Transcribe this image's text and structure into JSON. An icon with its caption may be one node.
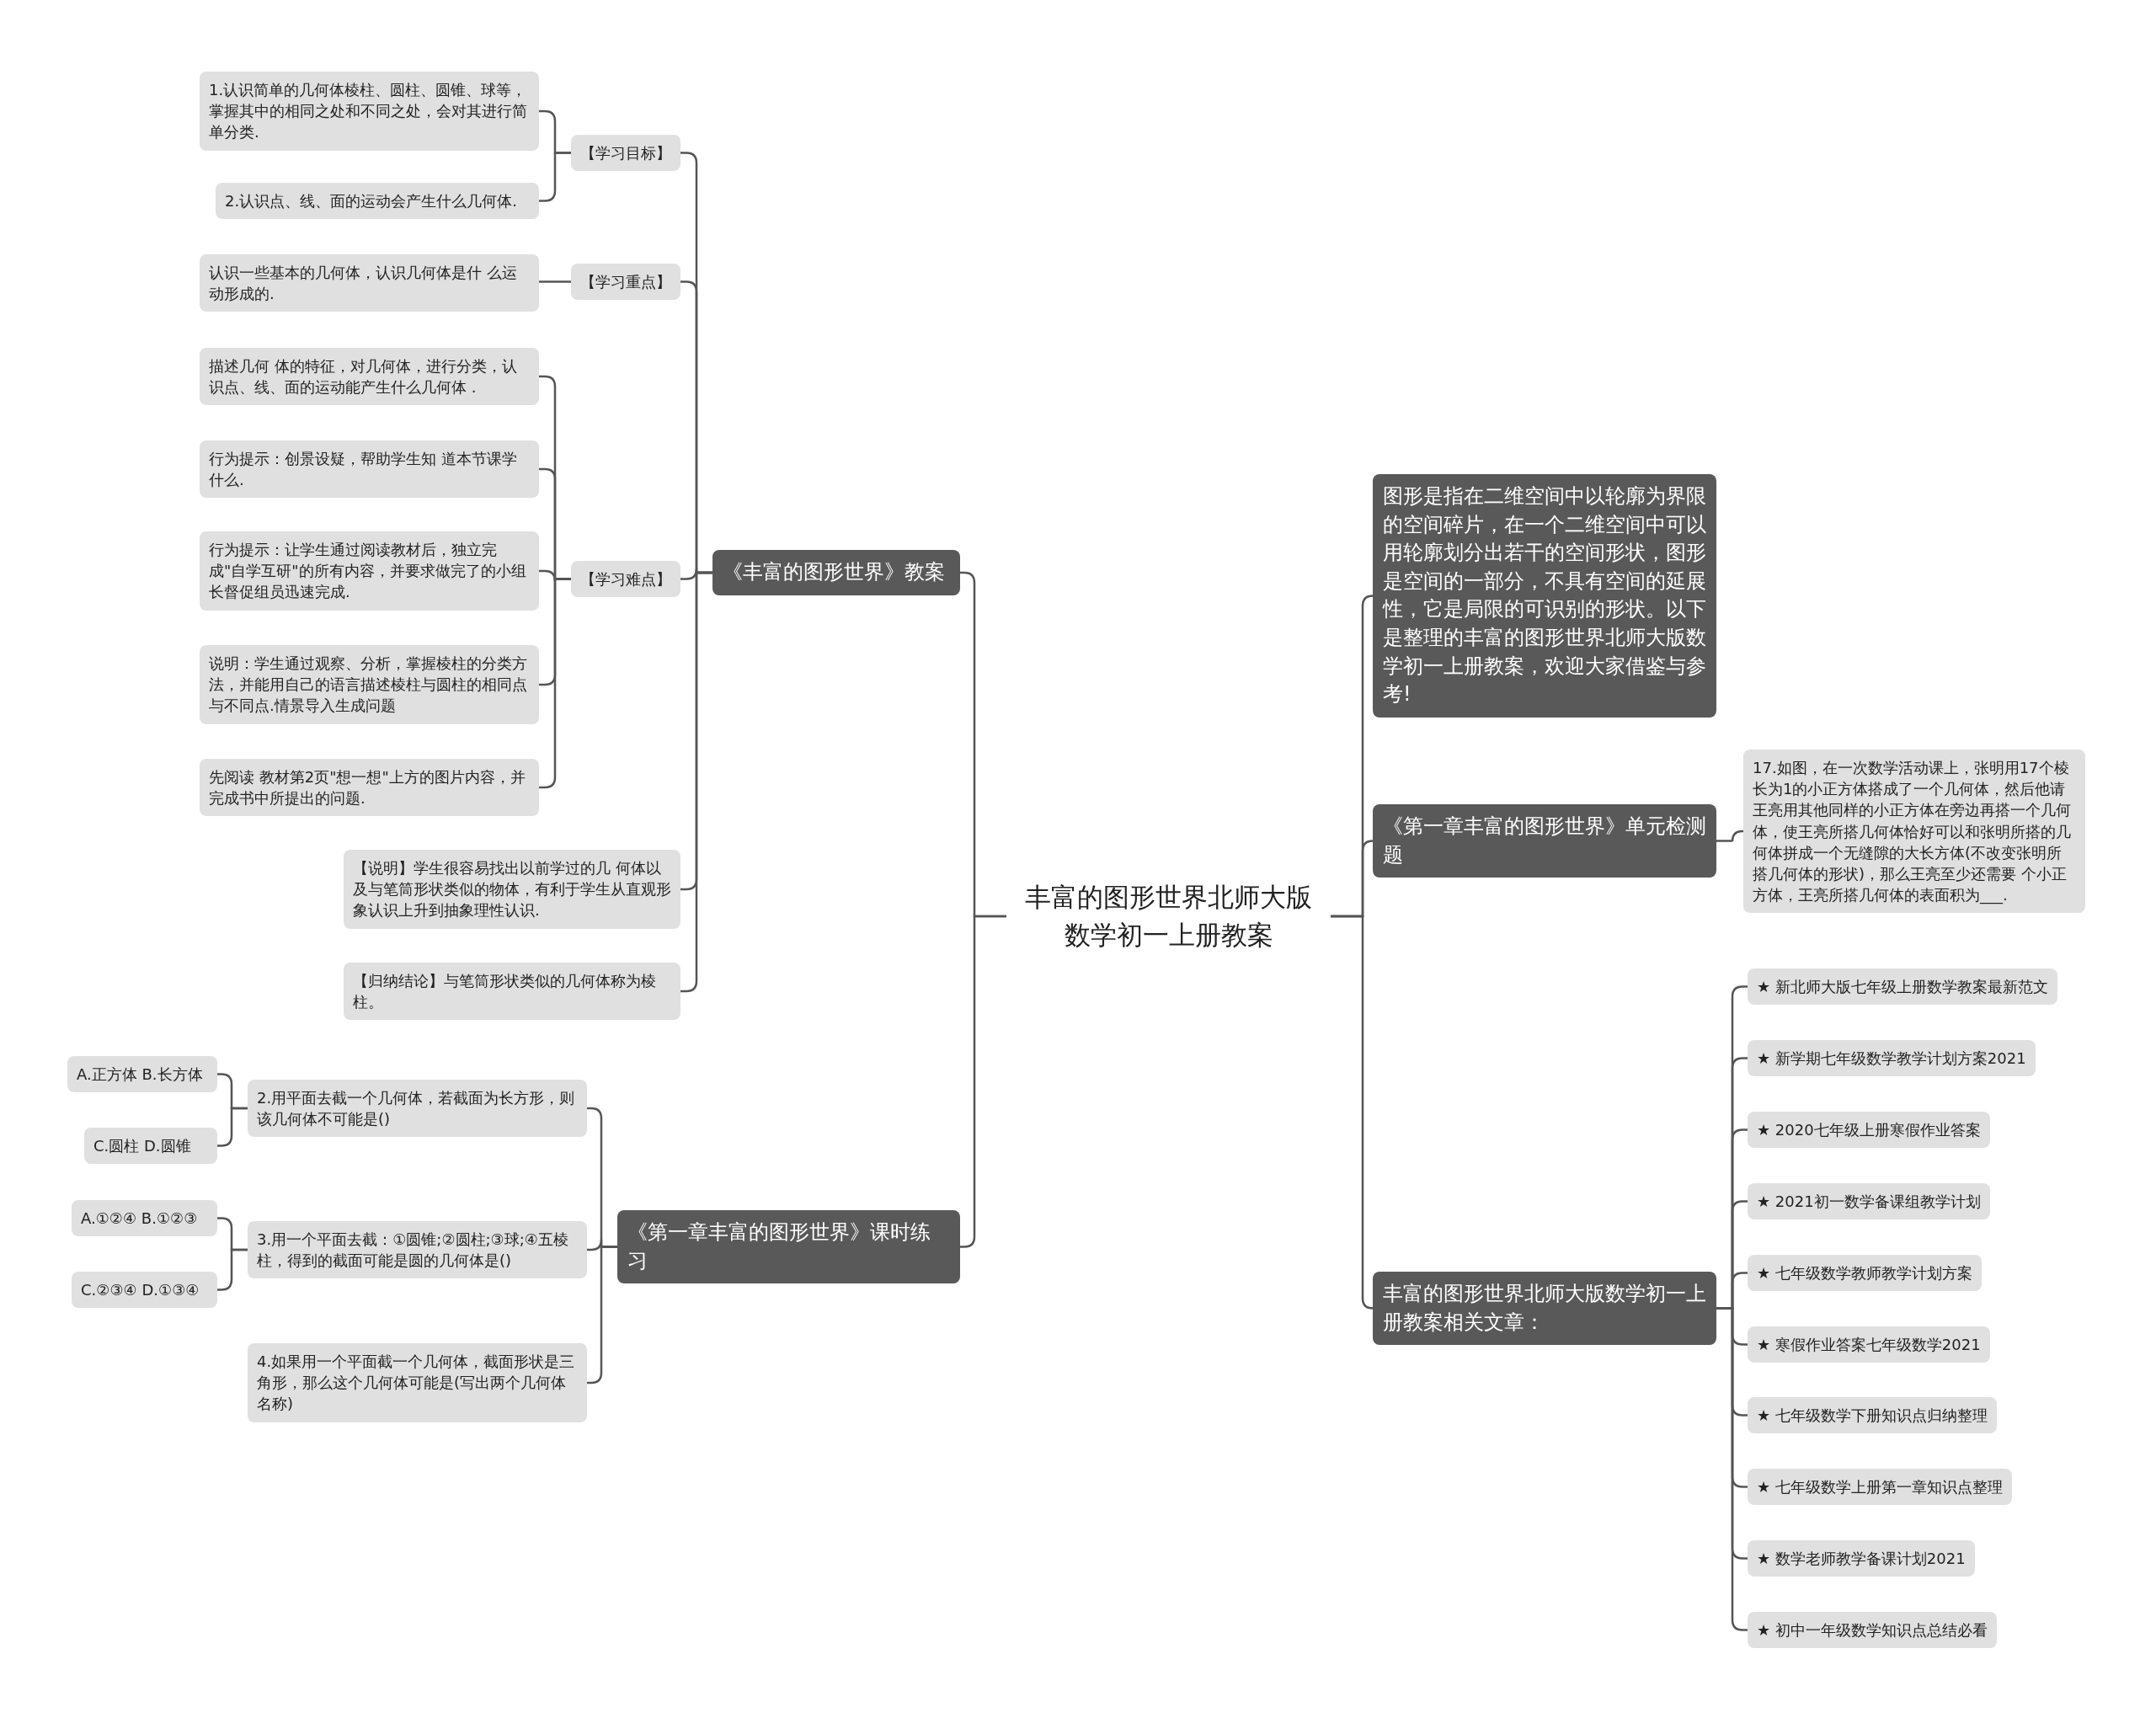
{
  "diagram": {
    "nodes": [
      {
        "text": [
          "丰富的图形世界北师大版数学初一上册教案"
        ]
      },
      {
        "text": [
          "《丰富的图形世界》教案"
        ]
      },
      {
        "text": [
          "【学习目标】"
        ]
      },
      {
        "text": [
          "1.认识简单的几何体棱柱、圆柱、圆锥、球等，掌握其中的相同之处和不同之处，会对其进行简单分类."
        ]
      },
      {
        "text": [
          "2.认识点、线、面的运动会产生什么几何体."
        ]
      },
      {
        "text": [
          "【学习重点】"
        ]
      },
      {
        "text": [
          "认识一些基本的几何体，认识几何体是什 么运动形成的."
        ]
      },
      {
        "text": [
          "【学习难点】"
        ]
      },
      {
        "text": [
          "描述几何 体的特征，对几何体，进行分类，认识点、线、面的运动能产生什么几何体 ."
        ]
      },
      {
        "text": [
          "行为提示：创景设疑，帮助学生知 道本节课学什么."
        ]
      },
      {
        "text": [
          "行为提示：让学生通过阅读教材后，独立完成\"自学互研\"的所有内容，并要求做完了的小组长督促组员迅速完成."
        ]
      },
      {
        "text": [
          "说明：学生通过观察、分析，掌握棱柱的分类方法，并能用自己的语言描述棱柱与圆柱的相同点与不同点.情景导入生成问题"
        ]
      },
      {
        "text": [
          "先阅读 教材第2页\"想一想\"上方的图片内容，并完成书中所提出的问题."
        ]
      },
      {
        "text": [
          "【说明】学生很容易找出以前学过的几 何体以及与笔筒形状类似的物体，有利于学生从直观形象认识上升到抽象理性认识."
        ]
      },
      {
        "text": [
          "【归纳结论】与笔筒形状类似的几何体称为棱柱。"
        ]
      },
      {
        "text": [
          "《第一章丰富的图形世界》课时练习"
        ]
      },
      {
        "text": [
          "2.用平面去截一个几何体，若截面为长方形，则该几何体不可能是()"
        ]
      },
      {
        "text": [
          "A.正方体 B.长方体"
        ]
      },
      {
        "text": [
          "C.圆柱 D.圆锥"
        ]
      },
      {
        "text": [
          "3.用一个平面去截：①圆锥;②圆柱;③球;④五棱柱，得到的截面可能是圆的几何体是()"
        ]
      },
      {
        "text": [
          "A.①②④ B.①②③"
        ]
      },
      {
        "text": [
          "C.②③④ D.①③④"
        ]
      },
      {
        "text": [
          "4.如果用一个平面截一个几何体，截面形状是三角形，那么这个几何体可能是(写出两个几何体名称)"
        ]
      },
      {
        "text": [
          "图形是指在二维空间中以轮廓为界限的空间碎片，在一个二维空间中可以用轮廓划分出若干的空间形状，图形是空间的一部分，不具有空间的延展性，它是局限的可识别的形状。以下是整理的丰富的图形世界北师大版数学初一上册教案，欢迎大家借鉴与参考!"
        ]
      },
      {
        "text": [
          "《第一章丰富的图形世界》单元检测题"
        ]
      },
      {
        "text": [
          "17.如图，在一次数学活动课上，张明用17个棱长为1的小正方体搭成了一个几何体，然后他请王亮用其他同样的小正方体在旁边再搭一个几何体，使王亮所搭几何体恰好可以和张明所搭的几何体拼成一个无缝隙的大长方体(不改变张明所搭几何体的形状)，那么王亮至少还需要 个小正方体，王亮所搭几何体的表面积为___."
        ]
      },
      {
        "text": [
          "丰富的图形世界北师大版数学初一上册教案相关文章："
        ]
      },
      {
        "text": [
          "★ 新北师大版七年级上册数学教案最新范文"
        ]
      },
      {
        "text": [
          "★ 新学期七年级数学教学计划方案2021"
        ]
      },
      {
        "text": [
          "★ 2020七年级上册寒假作业答案"
        ]
      },
      {
        "text": [
          "★ 2021初一数学备课组教学计划"
        ]
      },
      {
        "text": [
          "★ 七年级数学教师教学计划方案"
        ]
      },
      {
        "text": [
          "★ 寒假作业答案七年级数学2021"
        ]
      },
      {
        "text": [
          "★ 七年级数学下册知识点归纳整理"
        ]
      },
      {
        "text": [
          "★ 七年级数学上册第一章知识点整理"
        ]
      },
      {
        "text": [
          "★ 数学老师教学备课计划2021"
        ]
      },
      {
        "text": [
          "★ 初中一年级数学知识点总结必看"
        ]
      }
    ],
    "edges": [
      {
        "from": 0,
        "to": 1,
        "arrow": "none"
      },
      {
        "from": 0,
        "to": 15,
        "arrow": "none"
      },
      {
        "from": 0,
        "to": 23,
        "arrow": "none"
      },
      {
        "from": 0,
        "to": 24,
        "arrow": "none"
      },
      {
        "from": 0,
        "to": 26,
        "arrow": "none"
      },
      {
        "from": 1,
        "to": 2,
        "arrow": "none"
      },
      {
        "from": 1,
        "to": 5,
        "arrow": "none"
      },
      {
        "from": 1,
        "to": 7,
        "arrow": "none"
      },
      {
        "from": 1,
        "to": 13,
        "arrow": "none"
      },
      {
        "from": 1,
        "to": 14,
        "arrow": "none"
      },
      {
        "from": 2,
        "to": 3,
        "arrow": "none"
      },
      {
        "from": 2,
        "to": 4,
        "arrow": "none"
      },
      {
        "from": 5,
        "to": 6,
        "arrow": "none"
      },
      {
        "from": 7,
        "to": 8,
        "arrow": "none"
      },
      {
        "from": 7,
        "to": 9,
        "arrow": "none"
      },
      {
        "from": 7,
        "to": 10,
        "arrow": "none"
      },
      {
        "from": 7,
        "to": 11,
        "arrow": "none"
      },
      {
        "from": 7,
        "to": 12,
        "arrow": "none"
      },
      {
        "from": 15,
        "to": 16,
        "arrow": "none"
      },
      {
        "from": 15,
        "to": 19,
        "arrow": "none"
      },
      {
        "from": 15,
        "to": 22,
        "arrow": "none"
      },
      {
        "from": 16,
        "to": 17,
        "arrow": "none"
      },
      {
        "from": 16,
        "to": 18,
        "arrow": "none"
      },
      {
        "from": 19,
        "to": 20,
        "arrow": "none"
      },
      {
        "from": 19,
        "to": 21,
        "arrow": "none"
      },
      {
        "from": 24,
        "to": 25,
        "arrow": "none"
      },
      {
        "from": 26,
        "to": 27,
        "arrow": "none"
      },
      {
        "from": 26,
        "to": 28,
        "arrow": "none"
      },
      {
        "from": 26,
        "to": 29,
        "arrow": "none"
      },
      {
        "from": 26,
        "to": 30,
        "arrow": "none"
      },
      {
        "from": 26,
        "to": 31,
        "arrow": "none"
      },
      {
        "from": 26,
        "to": 32,
        "arrow": "none"
      },
      {
        "from": 26,
        "to": 33,
        "arrow": "none"
      },
      {
        "from": 26,
        "to": 34,
        "arrow": "none"
      },
      {
        "from": 26,
        "to": 35,
        "arrow": "none"
      },
      {
        "from": 26,
        "to": 36,
        "arrow": "none"
      }
    ]
  }
}
